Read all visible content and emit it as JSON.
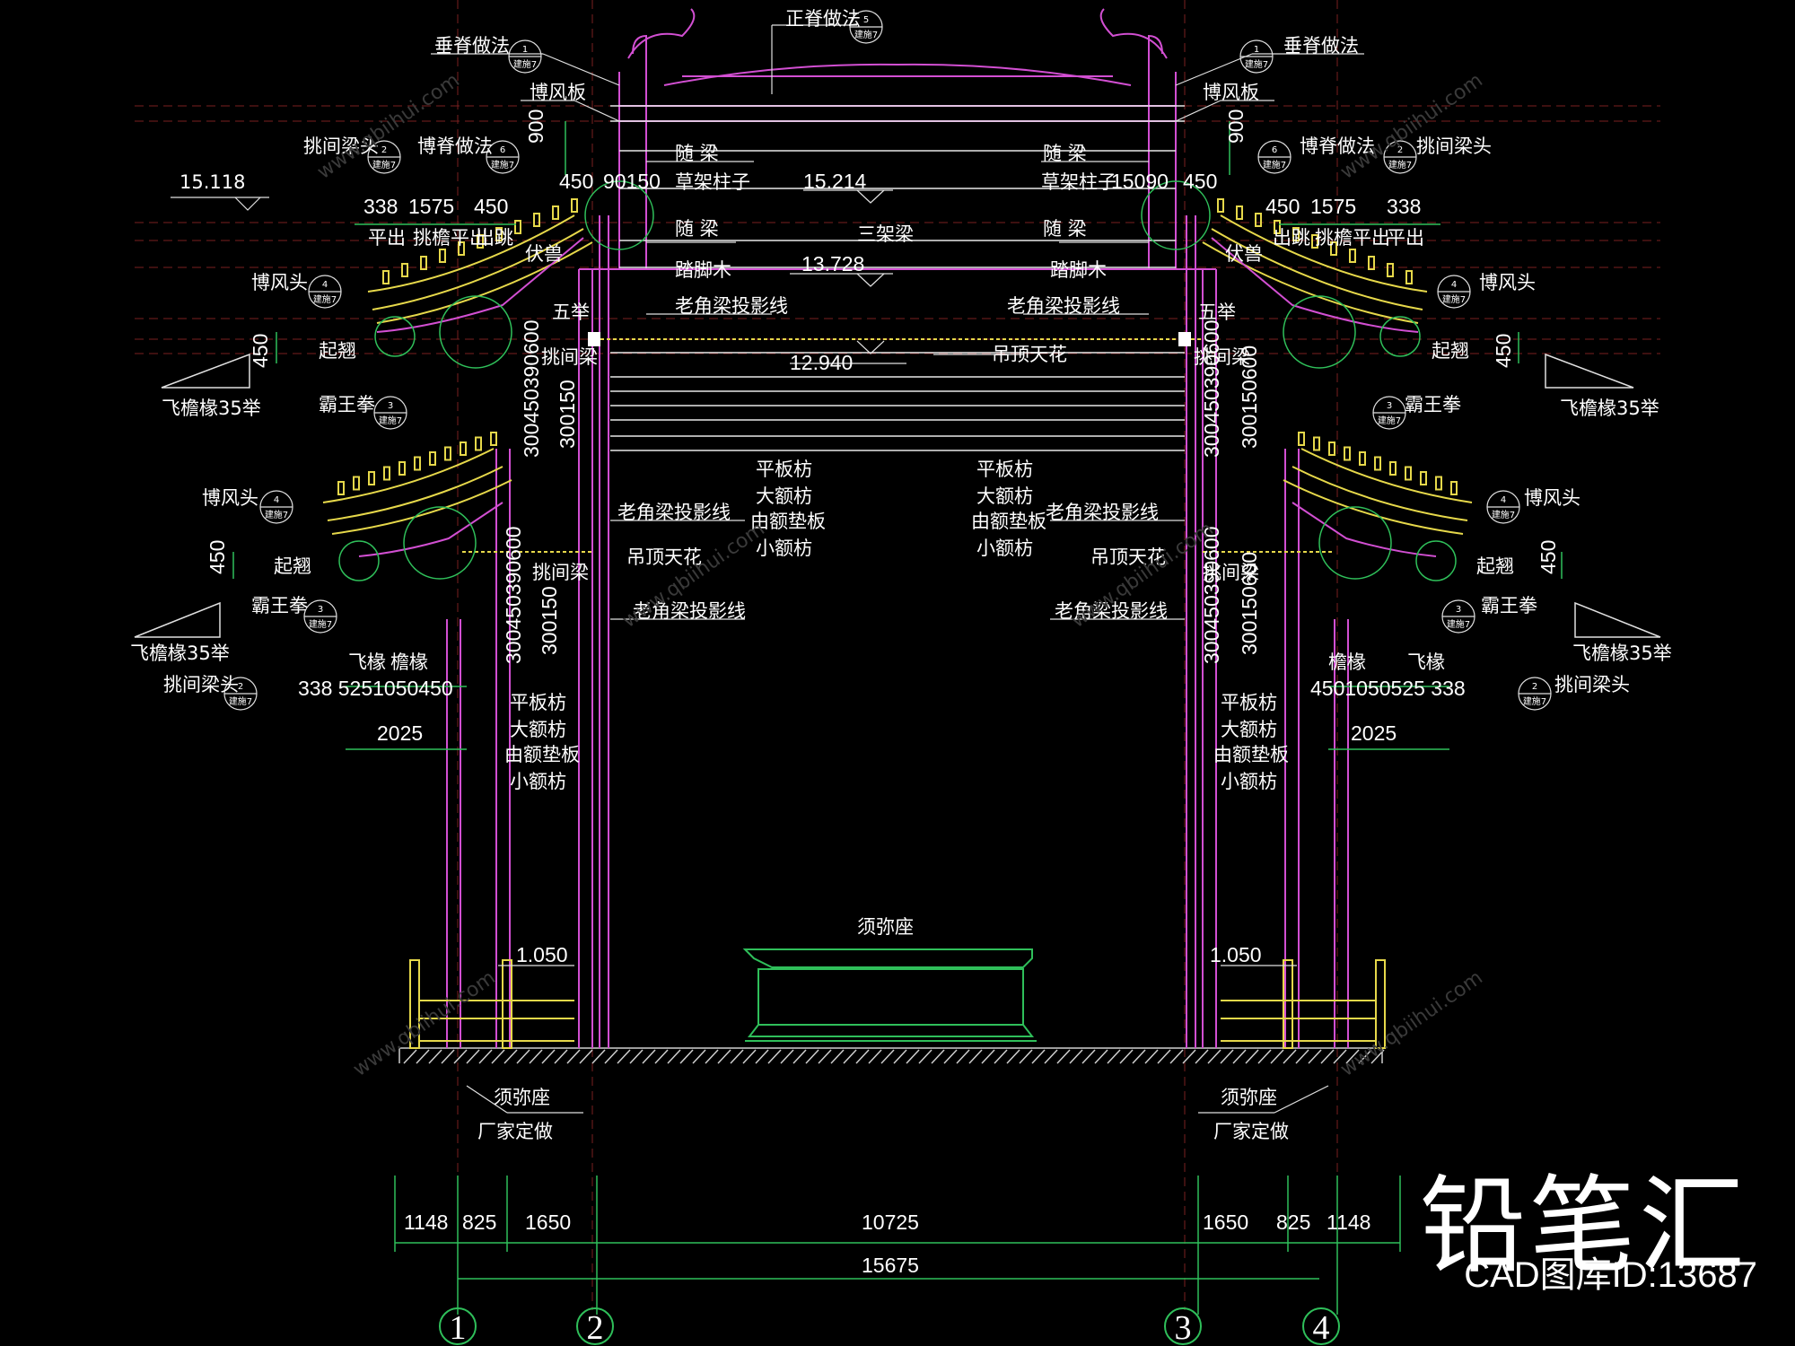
{
  "labels": {
    "ridge": "正脊做法",
    "vertical_ridge": "垂脊做法",
    "boffeng_board": "博风板",
    "boji": "博脊做法",
    "tiaojian_head": "挑间梁头",
    "suiliang": "随 梁",
    "caojia_column": "草架柱子",
    "sanjialiang": "三架梁",
    "tajiaomu": "踏脚木",
    "laojiao": "老角梁投影线",
    "wuju": "五举",
    "fushou": "伏兽",
    "pingchu": "平出",
    "tiaoyan": "挑檐平出",
    "chutiao": "出跳",
    "bofengtou": "博风头",
    "qiqiao": "起翘",
    "feichuan35": "飞檐椽35举",
    "bawangquan": "霸王拳",
    "tiaojianliang": "挑间梁",
    "diaoding": "吊顶天花",
    "pingbanfang": "平板枋",
    "daefang": "大额枋",
    "youedianban": "由额垫板",
    "xiaoefang": "小额枋",
    "feichuan": "飞椽",
    "yanchuan": "檐椽",
    "xumizuo": "须弥座",
    "factory": "厂家定做",
    "sheet_ref": "建施7"
  },
  "elevations": {
    "e1": "15.118",
    "e2": "15.214",
    "e3": "13.728",
    "e4": "12.940",
    "e5": "1.050"
  },
  "dims": {
    "d900": "900",
    "d450": "450",
    "d90150": "90150",
    "d15090": "15090",
    "d338": "338",
    "d1575": "1575",
    "d2025": "2025",
    "upper_left": "338 5251050450",
    "upper_right": "4501050525 338",
    "v1": "300450390600",
    "v2": "300150",
    "v3": "300150600",
    "bottom": [
      "1148",
      "825",
      "1650",
      "10725",
      "1650",
      "825",
      "1148"
    ],
    "total": "15675"
  },
  "axes": [
    "1",
    "2",
    "3",
    "4"
  ],
  "tags": [
    "1",
    "2",
    "3",
    "4",
    "5",
    "6"
  ],
  "watermark": "www.qbiihui.com",
  "brand": "铅笔汇",
  "brand_id": "CAD图库ID:13687"
}
